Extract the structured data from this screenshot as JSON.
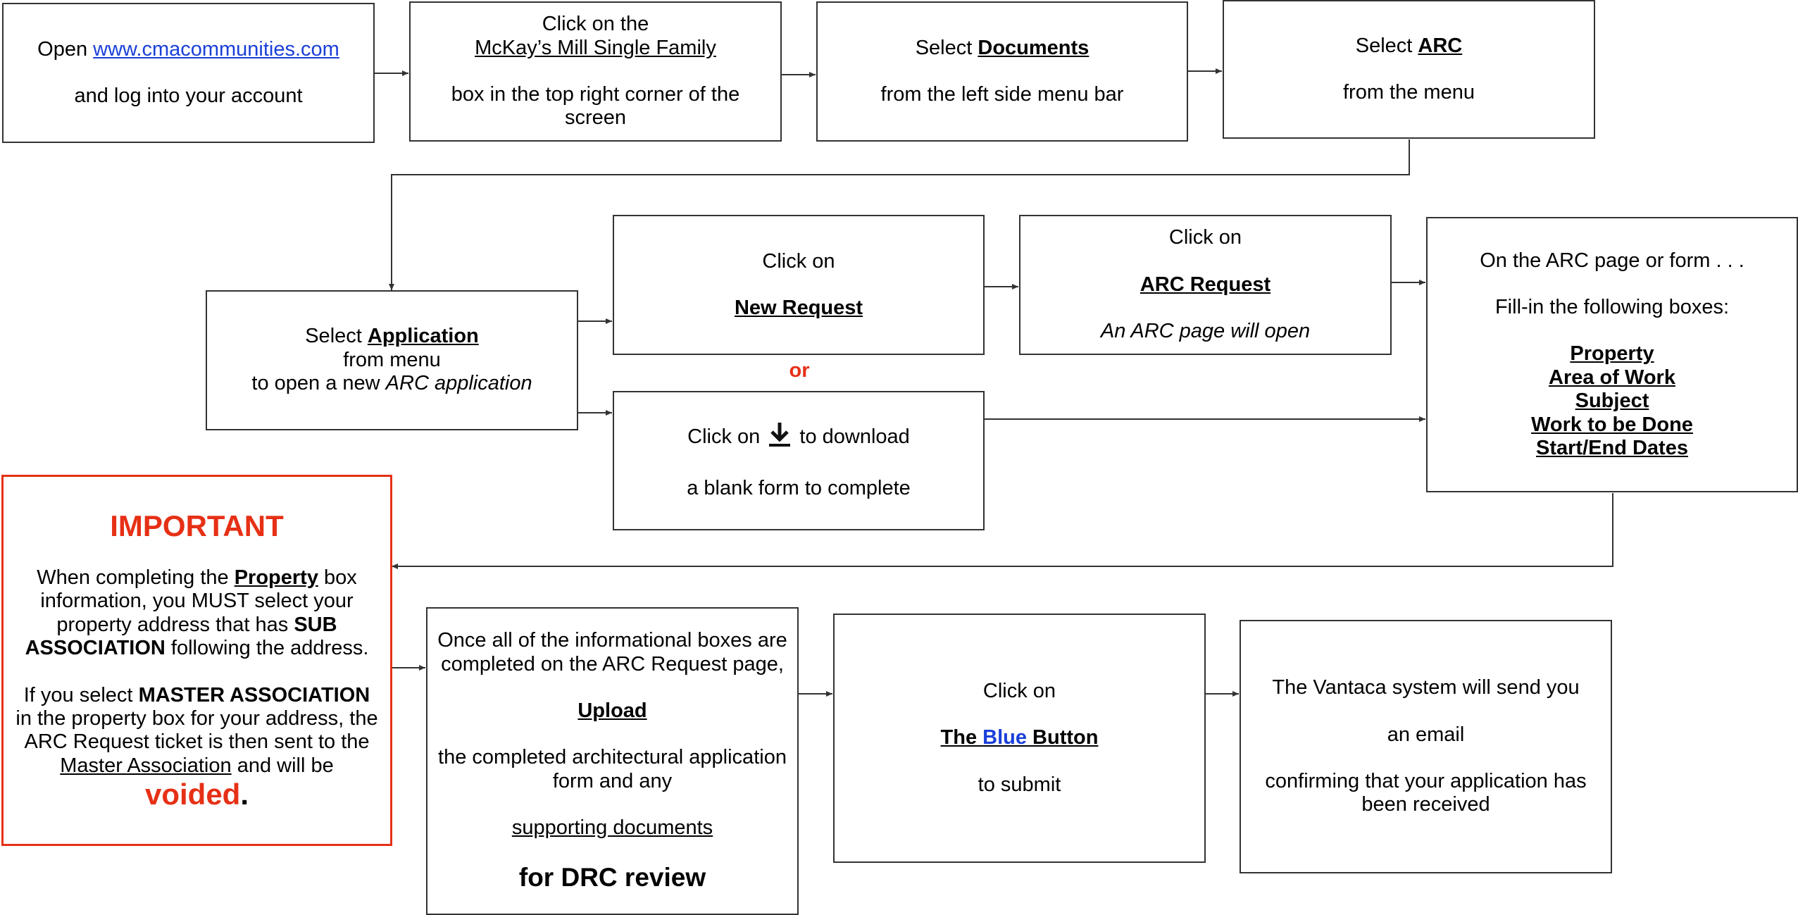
{
  "colors": {
    "accent_red": "#e63016",
    "link_blue": "#1a3fd8",
    "border": "#333333"
  },
  "steps": {
    "s1": {
      "prefix": "Open ",
      "link": "www.cmacommunities.com",
      "line2": "and log into your account"
    },
    "s2": {
      "line1": "Click on the",
      "line2": "McKay’s Mill Single Family",
      "line3": "box in the top right corner of the screen"
    },
    "s3": {
      "prefix": "Select ",
      "bold": "Documents",
      "line2": "from the left side menu bar"
    },
    "s4": {
      "prefix": "Select ",
      "bold": "ARC",
      "line2": "from the menu"
    },
    "s5": {
      "prefix": "Select ",
      "bold": "Application",
      "line2": "from menu",
      "line3_prefix": "to open a new ",
      "line3_italic": "ARC application"
    },
    "s6": {
      "line1": "Click on",
      "bold": "New Request"
    },
    "s7": {
      "line1": "Click on",
      "bold": "ARC Request",
      "italic": "An ARC page will open"
    },
    "or_label": "or",
    "s8": {
      "prefix": "Click on ",
      "icon": "download-icon",
      "suffix": " to download",
      "line2": "a blank form to complete"
    },
    "s9": {
      "line1": "On the ARC page or form . . .",
      "line2": "Fill-in the following boxes:",
      "fields": [
        "Property",
        "Area of Work",
        "Subject",
        "Work to be Done",
        "Start/End Dates"
      ]
    },
    "important": {
      "title": "IMPORTANT",
      "p1_a": "When completing the ",
      "p1_bold": "Property",
      "p1_b": " box information, you MUST select your property address that has ",
      "p1_bold2": "SUB ASSOCIATION",
      "p1_c": " following the address.",
      "p2_a": "If you select ",
      "p2_bold": "MASTER ASSOCIATION",
      "p2_b": " in the property box for your address, the ARC Request ticket is then sent to the ",
      "p2_u": "Master Association",
      "p2_c": " and will be ",
      "voided": "voided",
      "period": "."
    },
    "s10": {
      "line1": "Once all of the informational boxes are completed on the ARC Request page,",
      "bold": "Upload",
      "line2": "the completed architectural application form and any",
      "line3": "supporting documents",
      "line4": "for DRC review"
    },
    "s11": {
      "line1": "Click on",
      "bold_a": "The ",
      "bold_blue": "Blue",
      "bold_b": " Button",
      "line2": "to submit"
    },
    "s12": {
      "line1": "The Vantaca system will send you",
      "line2": "an email",
      "line3": "confirming that your application has been received"
    }
  }
}
